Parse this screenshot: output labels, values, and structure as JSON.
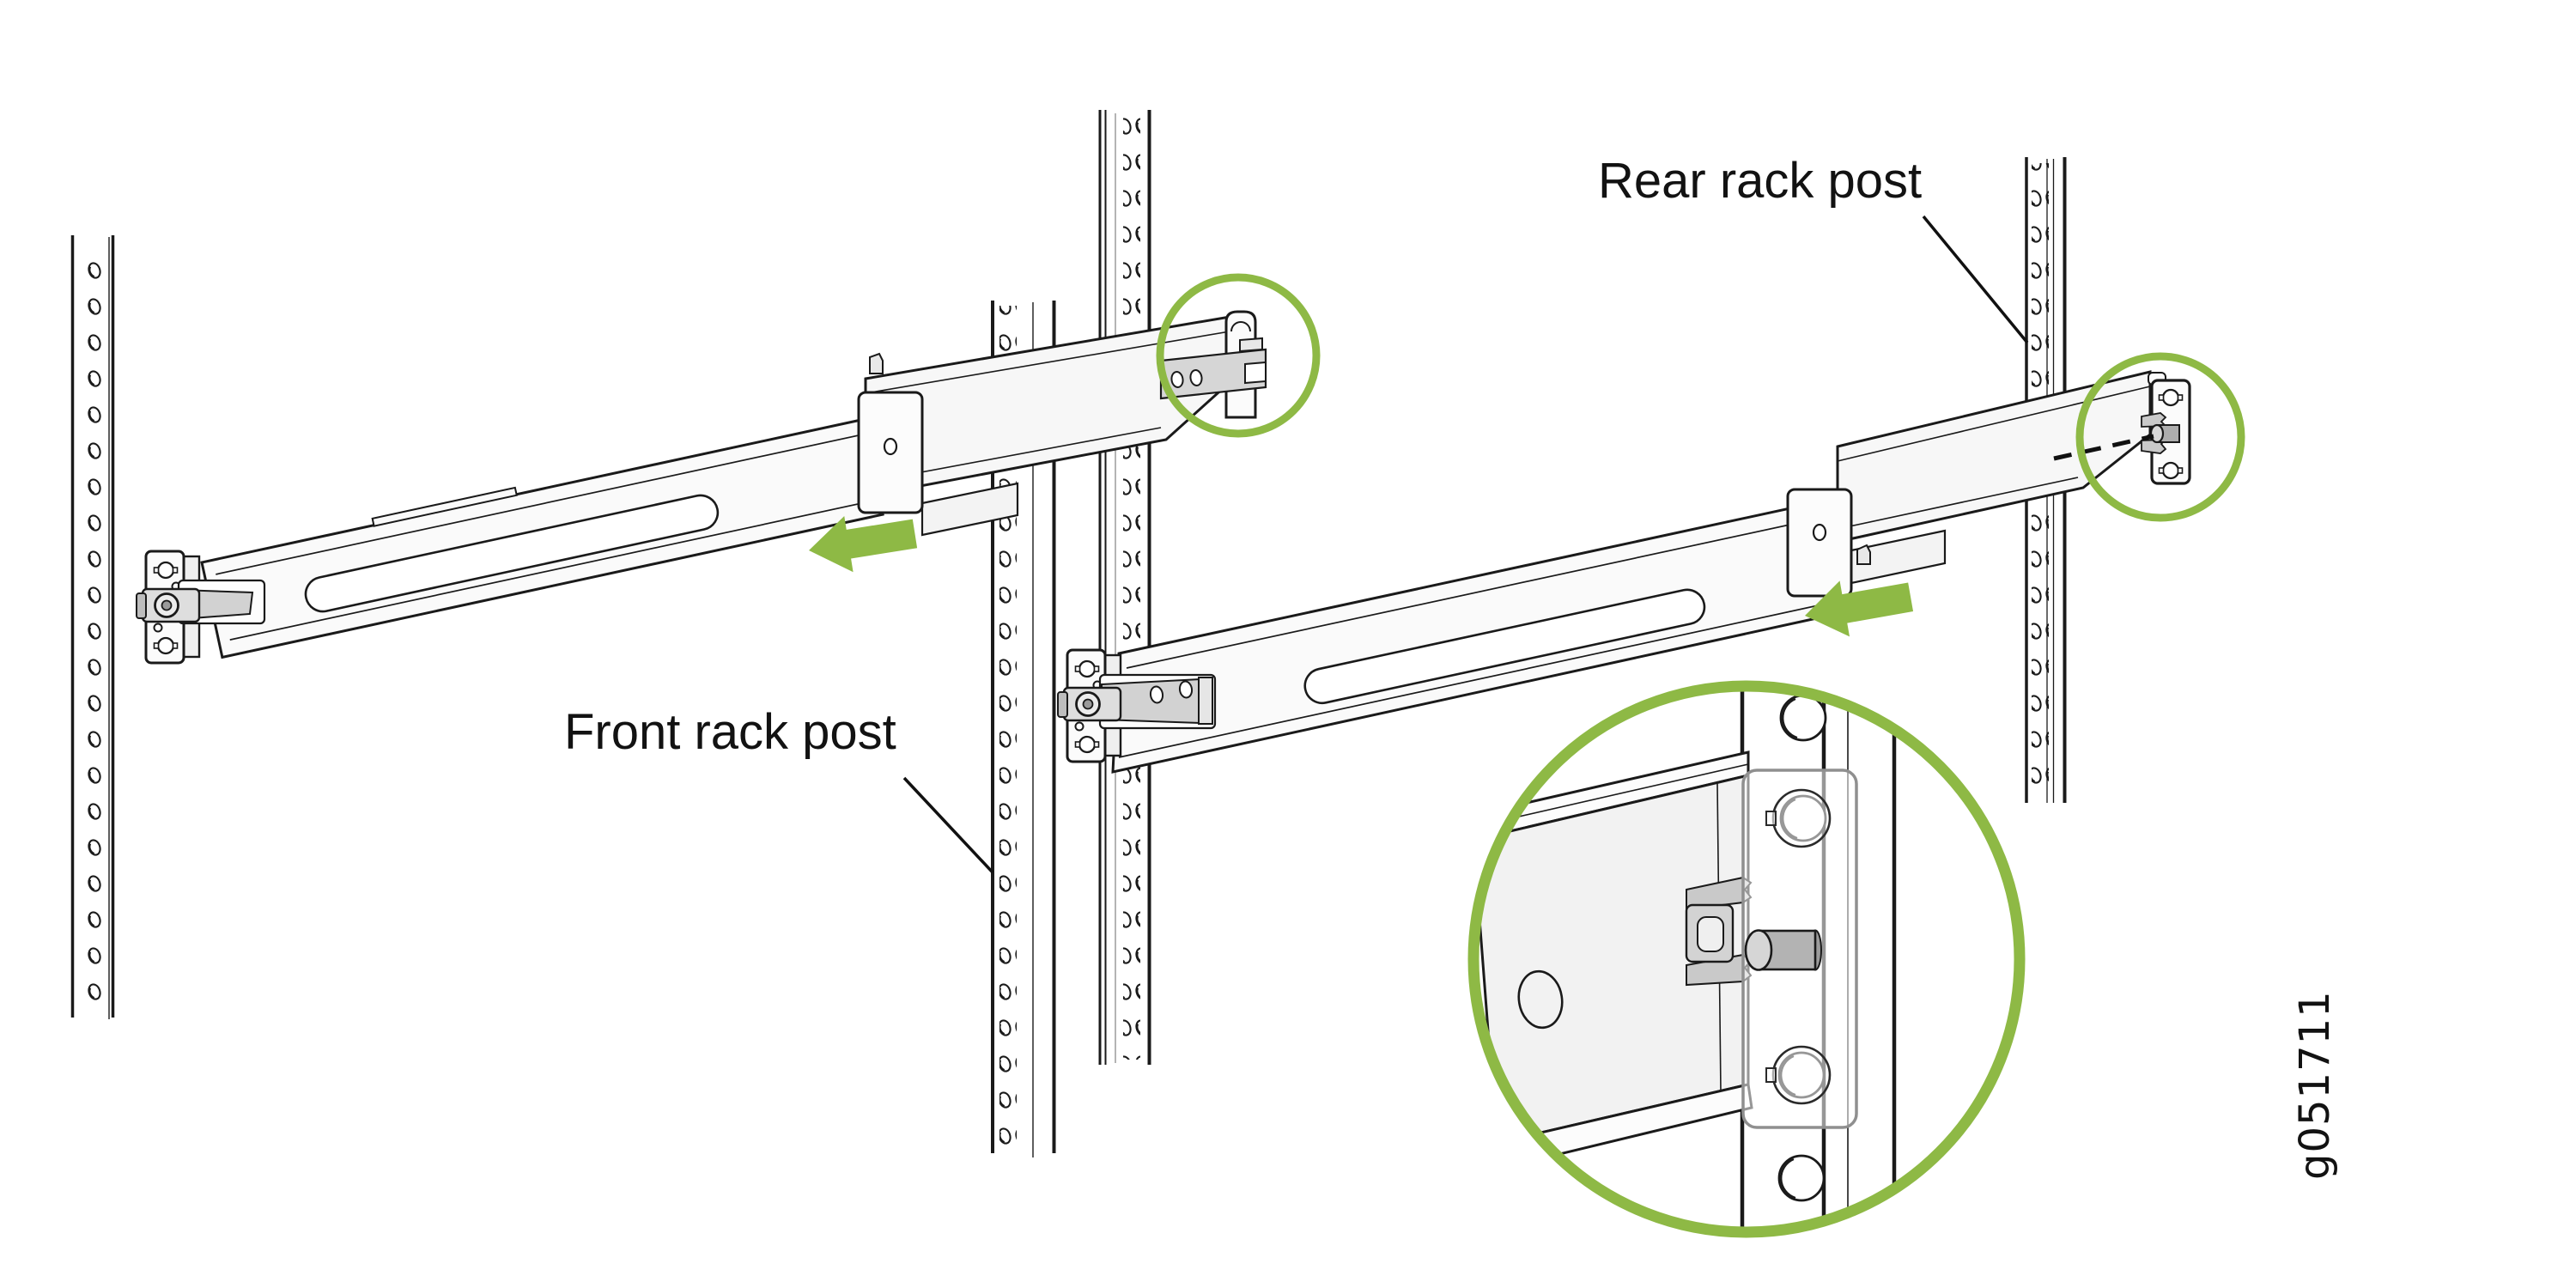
{
  "diagram": {
    "type": "technical-illustration",
    "subject": "Installing slide rails between the front and rear posts of a four-post rack",
    "figure_id": "g051711",
    "labels": {
      "rear_rack_post": "Rear rack post",
      "front_rack_post": "Front rack post"
    },
    "colors": {
      "highlight_green": "#8EB945",
      "line_dark": "#1A1A1A"
    },
    "callouts": [
      {
        "name": "left-rail-rear-bracket-highlight-circle"
      },
      {
        "name": "right-rail-rear-bracket-highlight-circle"
      },
      {
        "name": "rear-bracket-pin-magnified-detail-circle"
      }
    ],
    "arrows": [
      {
        "name": "left-rail-slide-direction-arrow",
        "direction": "left"
      },
      {
        "name": "right-rail-slide-direction-arrow",
        "direction": "left"
      }
    ]
  }
}
